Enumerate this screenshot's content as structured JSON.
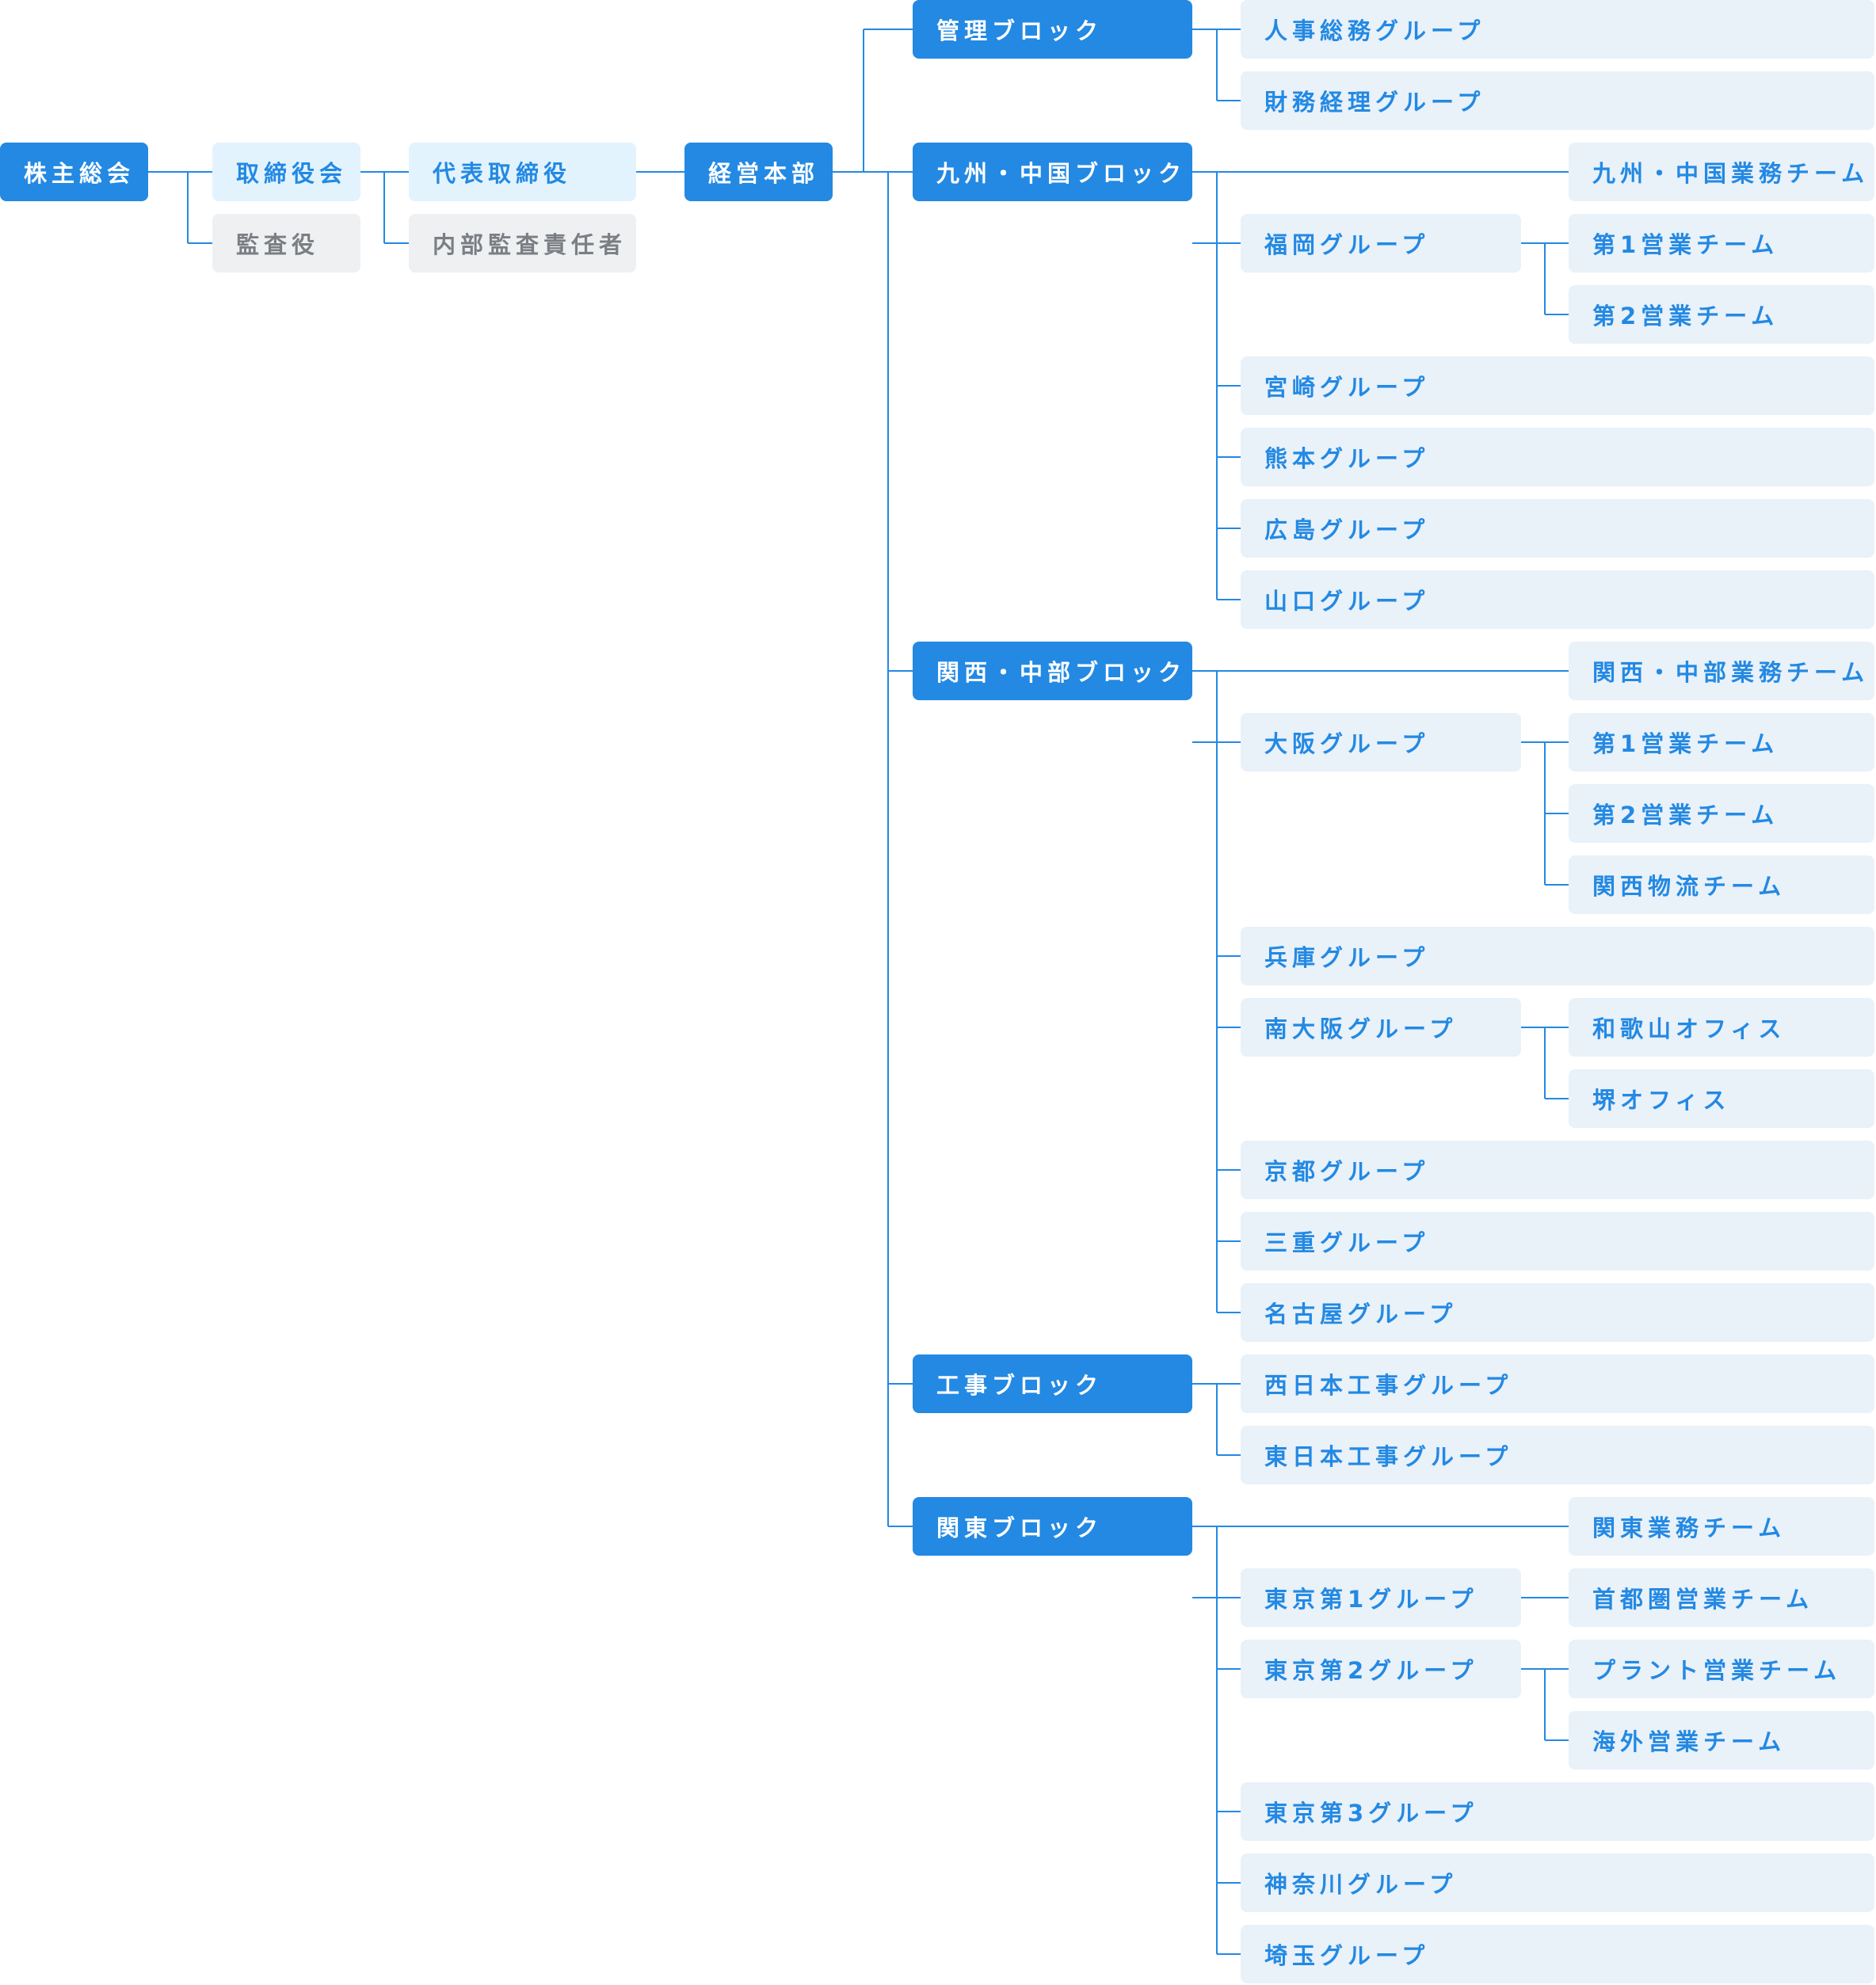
{
  "colors": {
    "primary": "#2389e3",
    "light": "#e3f3fd",
    "pale": "#e9f1f9",
    "gray": "#eef0f2",
    "gray_text": "#7b7f83",
    "line": "#2389e3"
  },
  "corporate": {
    "shareholders_meeting": "株主総会",
    "board_of_directors": "取締役会",
    "auditor": "監査役",
    "representative_director": "代表取締役",
    "internal_audit_manager": "内部監査責任者",
    "management_hq": "経営本部"
  },
  "blocks": [
    {
      "label": "管理ブロック",
      "direct_team": null,
      "groups": [
        {
          "label": "人事総務グループ",
          "teams": []
        },
        {
          "label": "財務経理グループ",
          "teams": []
        }
      ]
    },
    {
      "label": "九州・中国ブロック",
      "direct_team": "九州・中国業務チーム",
      "groups": [
        {
          "label": "福岡グループ",
          "teams": [
            "第1営業チーム",
            "第2営業チーム"
          ]
        },
        {
          "label": "宮崎グループ",
          "teams": []
        },
        {
          "label": "熊本グループ",
          "teams": []
        },
        {
          "label": "広島グループ",
          "teams": []
        },
        {
          "label": "山口グループ",
          "teams": []
        }
      ]
    },
    {
      "label": "関西・中部ブロック",
      "direct_team": "関西・中部業務チーム",
      "groups": [
        {
          "label": "大阪グループ",
          "teams": [
            "第1営業チーム",
            "第2営業チーム",
            "関西物流チーム"
          ]
        },
        {
          "label": "兵庫グループ",
          "teams": []
        },
        {
          "label": "南大阪グループ",
          "teams": [
            "和歌山オフィス",
            "堺オフィス"
          ]
        },
        {
          "label": "京都グループ",
          "teams": []
        },
        {
          "label": "三重グループ",
          "teams": []
        },
        {
          "label": "名古屋グループ",
          "teams": []
        }
      ]
    },
    {
      "label": "工事ブロック",
      "direct_team": null,
      "groups": [
        {
          "label": "西日本工事グループ",
          "teams": []
        },
        {
          "label": "東日本工事グループ",
          "teams": []
        }
      ]
    },
    {
      "label": "関東ブロック",
      "direct_team": "関東業務チーム",
      "groups": [
        {
          "label": "東京第1グループ",
          "teams": [
            "首都圏営業チーム"
          ]
        },
        {
          "label": "東京第2グループ",
          "teams": [
            "プラント営業チーム",
            "海外営業チーム"
          ]
        },
        {
          "label": "東京第3グループ",
          "teams": []
        },
        {
          "label": "神奈川グループ",
          "teams": []
        },
        {
          "label": "埼玉グループ",
          "teams": []
        }
      ]
    }
  ]
}
